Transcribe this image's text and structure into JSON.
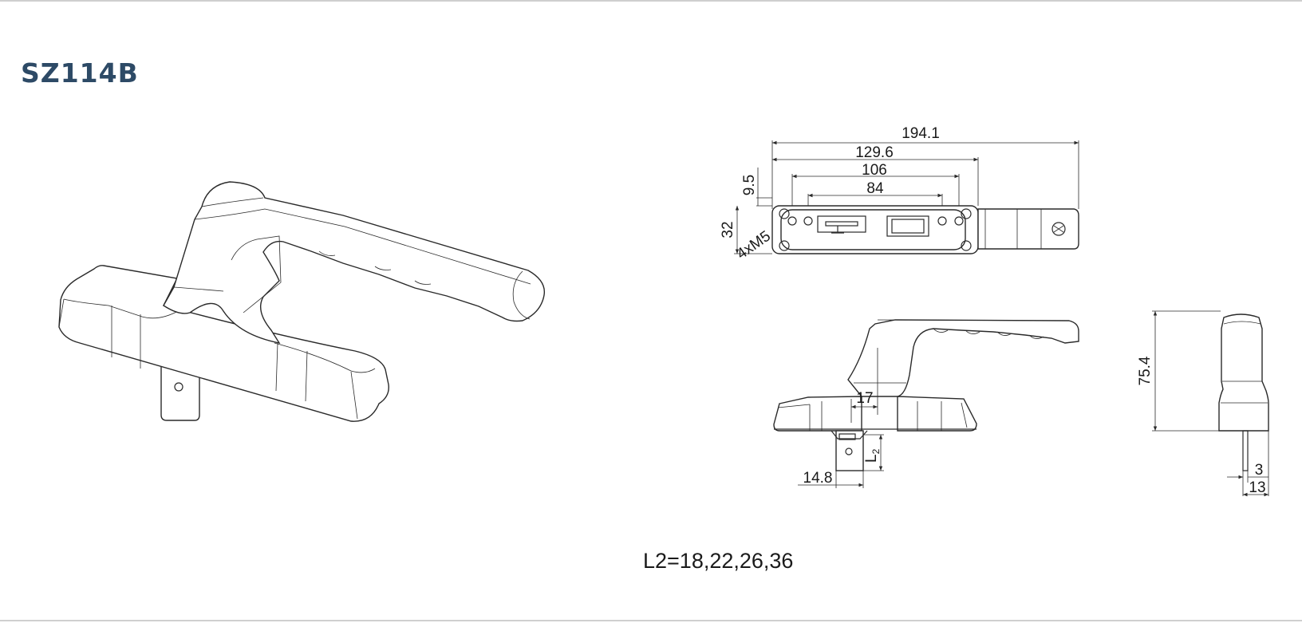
{
  "title": "SZ114B",
  "colors": {
    "title": "#2d4a66",
    "line": "#2a2a2a",
    "rule": "#cfcfcf",
    "background": "#ffffff"
  },
  "top_view": {
    "overall": "194.1",
    "base_length": "129.6",
    "outer_hole_spacing": "106",
    "inner_hole_spacing": "84",
    "edge_offset": "9.5",
    "width": "32",
    "screw_spec": "4xM5"
  },
  "side_view": {
    "spindle_offset": "17",
    "spindle_width": "14.8",
    "spindle_length_label": "L",
    "spindle_length_sub": "2"
  },
  "end_view": {
    "height": "75.4",
    "dim_small": "3",
    "dim_thickness": "13"
  },
  "note": "L2=18,22,26,36"
}
